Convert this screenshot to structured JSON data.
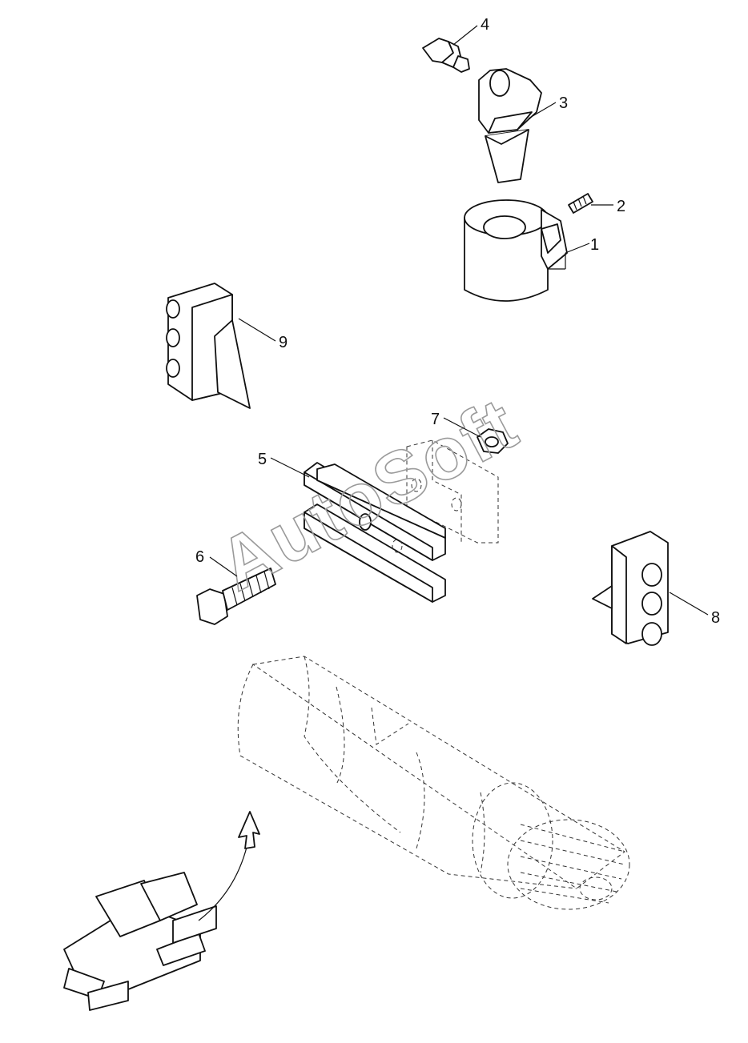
{
  "watermark": "AutoSoft",
  "callouts": [
    {
      "id": "1",
      "label": "1"
    },
    {
      "id": "2",
      "label": "2"
    },
    {
      "id": "3",
      "label": "3"
    },
    {
      "id": "4",
      "label": "4"
    },
    {
      "id": "5",
      "label": "5"
    },
    {
      "id": "6",
      "label": "6"
    },
    {
      "id": "7",
      "label": "7"
    },
    {
      "id": "8",
      "label": "8"
    },
    {
      "id": "9",
      "label": "9"
    }
  ],
  "colors": {
    "line": "#111111",
    "hidden_line": "#333333",
    "watermark": "#9a9a9a",
    "background": "#ffffff"
  }
}
